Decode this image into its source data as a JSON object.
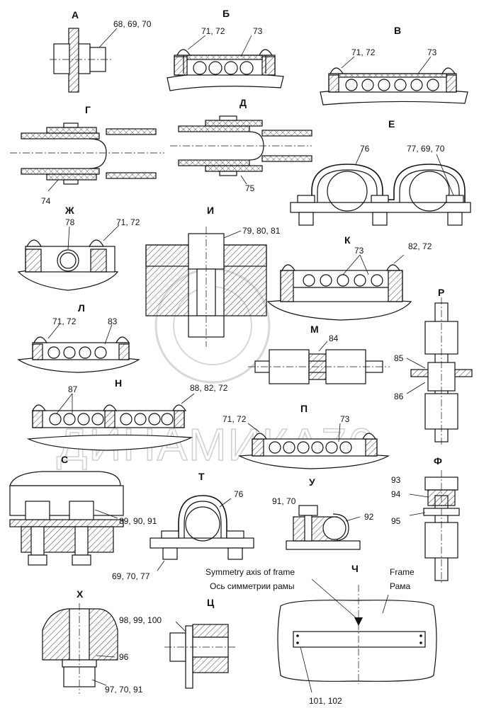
{
  "views": [
    {
      "letter": "А",
      "callouts": [
        "68, 69, 70"
      ]
    },
    {
      "letter": "Б",
      "callouts": [
        "71, 72",
        "73"
      ]
    },
    {
      "letter": "В",
      "callouts": [
        "71, 72",
        "73"
      ]
    },
    {
      "letter": "Г",
      "callouts": [
        "74"
      ]
    },
    {
      "letter": "Д",
      "callouts": [
        "75"
      ]
    },
    {
      "letter": "Е",
      "callouts": [
        "76",
        "77, 69, 70"
      ]
    },
    {
      "letter": "Ж",
      "callouts": [
        "78",
        "71, 72"
      ]
    },
    {
      "letter": "И",
      "callouts": [
        "79, 80, 81"
      ]
    },
    {
      "letter": "К",
      "callouts": [
        "73",
        "82, 72"
      ]
    },
    {
      "letter": "Л",
      "callouts": [
        "71, 72",
        "83"
      ]
    },
    {
      "letter": "М",
      "callouts": [
        "84"
      ]
    },
    {
      "letter": "Р",
      "callouts": [
        "85",
        "86"
      ]
    },
    {
      "letter": "Н",
      "callouts": [
        "87",
        "88, 82, 72"
      ]
    },
    {
      "letter": "П",
      "callouts": [
        "71, 72",
        "73"
      ]
    },
    {
      "letter": "С",
      "callouts": [
        "89, 90, 91"
      ]
    },
    {
      "letter": "Т",
      "callouts": [
        "76",
        "69, 70, 77"
      ]
    },
    {
      "letter": "У",
      "callouts": [
        "91, 70",
        "92"
      ]
    },
    {
      "letter": "Ф",
      "callouts": [
        "93",
        "94",
        "95"
      ]
    },
    {
      "letter": "Х",
      "callouts": [
        "96",
        "97, 70, 91"
      ]
    },
    {
      "letter": "Ц",
      "callouts": [
        "98, 99, 100"
      ]
    },
    {
      "letter": "Ч",
      "callouts": [
        "101, 102"
      ]
    }
  ],
  "labels": {
    "symmetry_axis_en": "Symmetry axis of frame",
    "symmetry_axis_ru": "Ось симметрии рамы",
    "frame_en": "Frame",
    "frame_ru": "Рама"
  },
  "watermark": "ДИНАМИКА76",
  "colors": {
    "ink": "#111111",
    "hatch": "#333333",
    "watermark": "#d0d0d0"
  }
}
